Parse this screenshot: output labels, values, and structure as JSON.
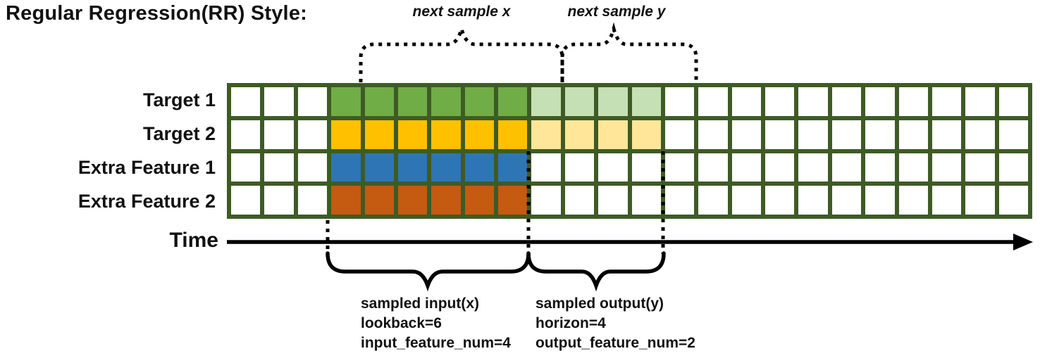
{
  "title": "Regular Regression(RR) Style:",
  "colors": {
    "grid_line": "#3E5B25",
    "cell_empty": "#FFFFFF",
    "input_green": "#70AD47",
    "output_green": "#C5E0B4",
    "input_gold": "#FFC000",
    "output_gold": "#FFE699",
    "input_blue": "#2E75B6",
    "input_orange": "#C55A11",
    "annotation": "#000000"
  },
  "grid": {
    "columns": 24,
    "input_start_col": 4,
    "input_end_col": 9,
    "output_start_col": 10,
    "output_end_col": 13,
    "rows": [
      {
        "label": "Target 1",
        "input_color": "#70AD47",
        "output_color": "#C5E0B4"
      },
      {
        "label": "Target 2",
        "input_color": "#FFC000",
        "output_color": "#FFE699"
      },
      {
        "label": "Extra Feature 1",
        "input_color": "#2E75B6",
        "output_color": null
      },
      {
        "label": "Extra Feature 2",
        "input_color": "#C55A11",
        "output_color": null
      }
    ]
  },
  "annotations": {
    "next_sample_x": "next sample x",
    "next_sample_y": "next sample y",
    "time_label": "Time",
    "input_brace_lines": [
      "sampled input(x)",
      "lookback=6",
      "input_feature_num=4"
    ],
    "output_brace_lines": [
      "sampled output(y)",
      "horizon=4",
      "output_feature_num=2"
    ]
  },
  "params": {
    "lookback": 6,
    "horizon": 4,
    "input_feature_num": 4,
    "output_feature_num": 2
  }
}
